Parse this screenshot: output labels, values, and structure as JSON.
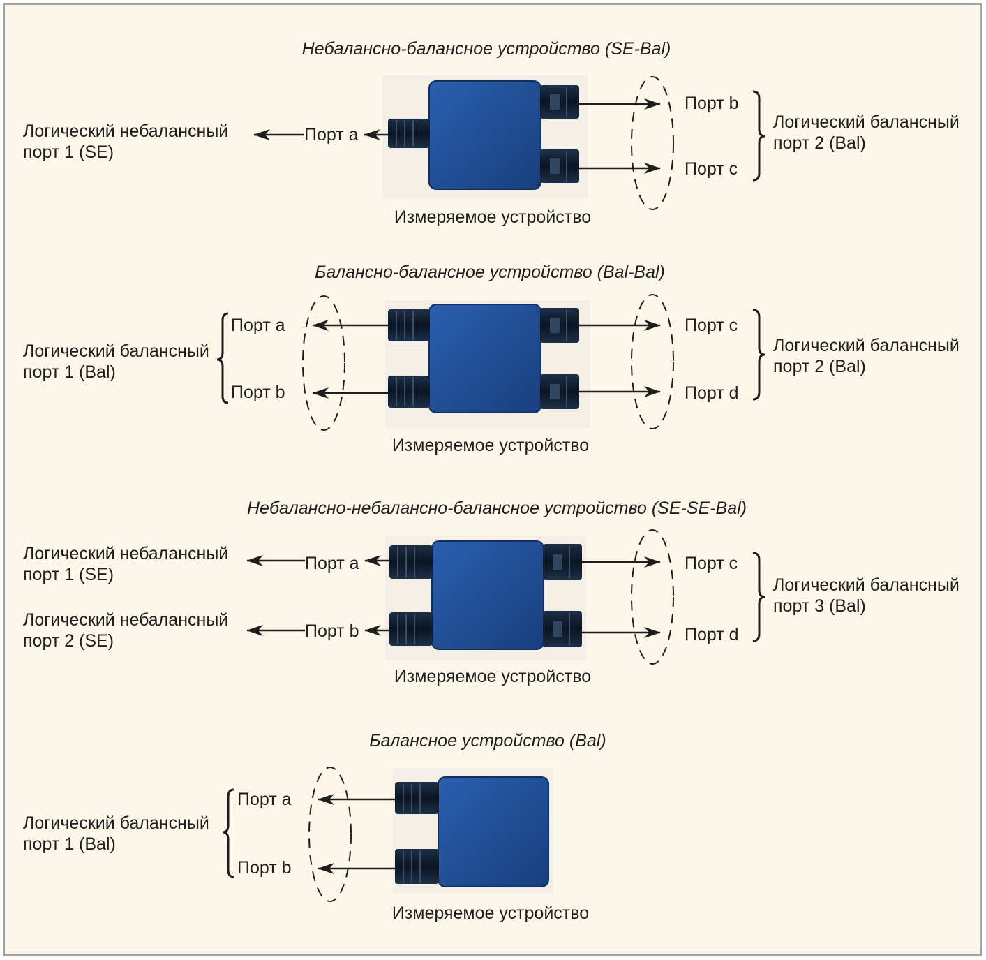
{
  "sections": [
    {
      "title": "Небалансно-балансное устройство (SE-Bal)",
      "device_caption": "Измеряемое устройство",
      "left_groups": [
        {
          "lines": [
            "Логический небалансный",
            "порт 1 (SE)"
          ],
          "ports": [
            "Порт a"
          ]
        }
      ],
      "right_groups": [
        {
          "lines": [
            "Логический балансный",
            "порт 2 (Bal)"
          ],
          "ports": [
            "Порт b",
            "Порт c"
          ]
        }
      ]
    },
    {
      "title": "Балансно-балансное устройство (Bal-Bal)",
      "device_caption": "Измеряемое устройство",
      "left_groups": [
        {
          "lines": [
            "Логический балансный",
            "порт 1 (Bal)"
          ],
          "ports": [
            "Порт a",
            "Порт b"
          ]
        }
      ],
      "right_groups": [
        {
          "lines": [
            "Логический балансный",
            "порт 2 (Bal)"
          ],
          "ports": [
            "Порт c",
            "Порт d"
          ]
        }
      ]
    },
    {
      "title": "Небалансно-небалансно-балансное устройство (SE-SE-Bal)",
      "device_caption": "Измеряемое устройство",
      "left_groups": [
        {
          "lines": [
            "Логический небалансный",
            "порт 1 (SE)"
          ],
          "ports": [
            "Порт a"
          ]
        },
        {
          "lines": [
            "Логический небалансный",
            "порт 2 (SE)"
          ],
          "ports": [
            "Порт b"
          ]
        }
      ],
      "right_groups": [
        {
          "lines": [
            "Логический балансный",
            "порт 3 (Bal)"
          ],
          "ports": [
            "Порт c",
            "Порт d"
          ]
        }
      ]
    },
    {
      "title": "Балансное устройство (Bal)",
      "device_caption": "Измеряемое устройство",
      "left_groups": [
        {
          "lines": [
            "Логический балансный",
            "порт 1 (Bal)"
          ],
          "ports": [
            "Порт a",
            "Порт b"
          ]
        }
      ],
      "right_groups": []
    }
  ],
  "colors": {
    "background": "#fdf7ea",
    "frame_border": "#a3a3a3",
    "device_body": "#1f4e96",
    "connector": "#0e1a2b",
    "text": "#1e1e1e"
  }
}
